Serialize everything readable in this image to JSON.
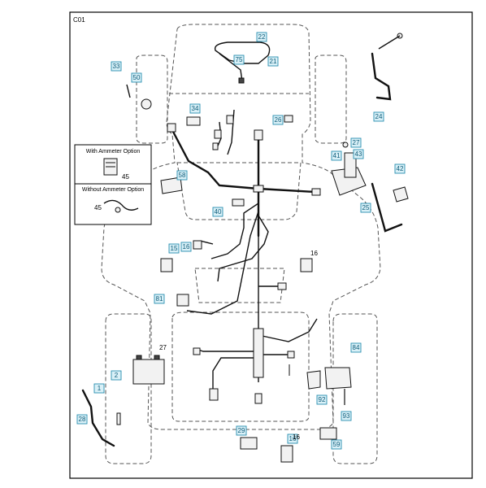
{
  "page_code": "C01",
  "options": {
    "with_ammeter": "With Ammeter Option",
    "without_ammeter": "Without Ammeter Option",
    "with_ammeter_part": "45",
    "without_ammeter_part": "45"
  },
  "callouts": [
    "22",
    "21",
    "75",
    "33",
    "50",
    "34",
    "26",
    "27",
    "41",
    "43",
    "42",
    "24",
    "58",
    "40",
    "25",
    "15",
    "16",
    "81",
    "84",
    "92",
    "93",
    "1",
    "2",
    "28",
    "29",
    "16",
    "59"
  ],
  "plain_labels": [
    "27",
    "16",
    "16"
  ]
}
